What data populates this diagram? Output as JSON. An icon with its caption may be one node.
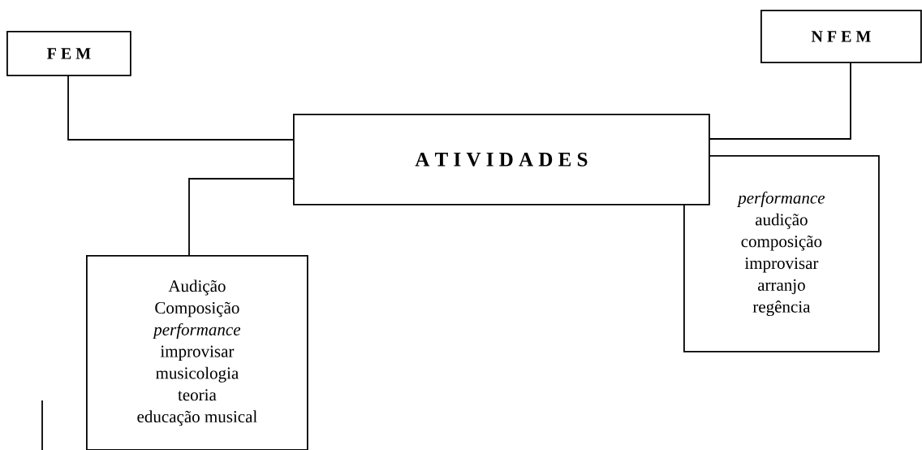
{
  "diagram": {
    "nodes": [
      {
        "text": [
          "**F E M**"
        ]
      },
      {
        "text": [
          "**N F E M**"
        ]
      },
      {
        "text": [
          "**A T I V I D A D E S**"
        ]
      },
      {
        "text": [
          "Audição",
          "Composição",
          "*performance*",
          "improvisar",
          "musicologia",
          "teoria",
          "educação musical"
        ]
      },
      {
        "text": [
          "*performance*",
          "audição",
          "composição",
          "improvisar",
          "arranjo",
          "regência"
        ]
      }
    ],
    "edges": [
      {
        "from": 0,
        "to": 2,
        "arrow": "none"
      },
      {
        "from": 1,
        "to": 2,
        "arrow": "none"
      },
      {
        "from": 2,
        "to": 3,
        "arrow": "none"
      }
    ]
  }
}
